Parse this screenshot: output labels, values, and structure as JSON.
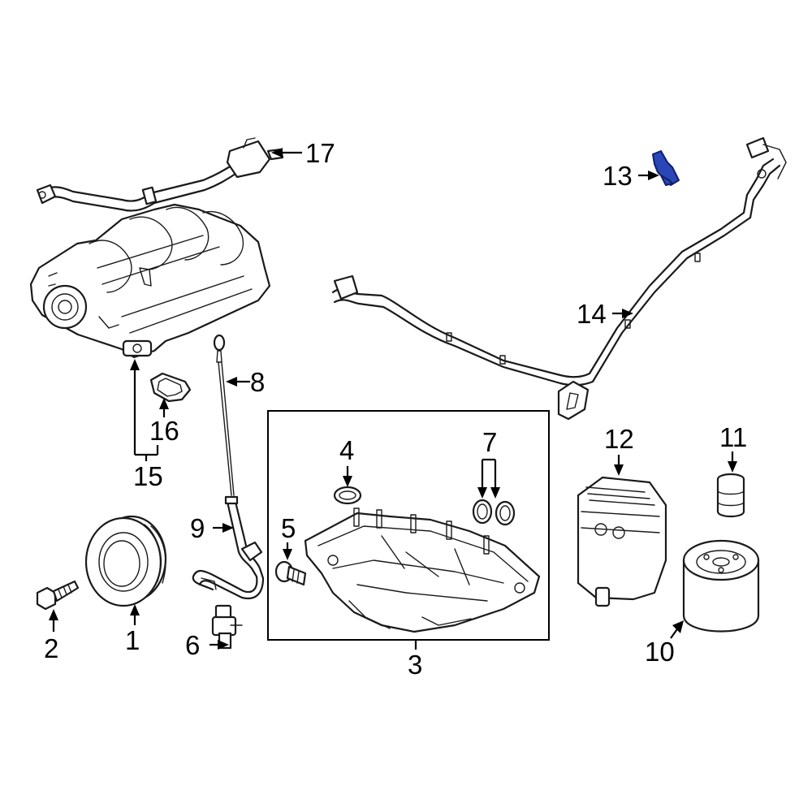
{
  "callouts": [
    {
      "id": "c1",
      "label": "1"
    },
    {
      "id": "c2",
      "label": "2"
    },
    {
      "id": "c3",
      "label": "3"
    },
    {
      "id": "c4",
      "label": "4"
    },
    {
      "id": "c5",
      "label": "5"
    },
    {
      "id": "c6",
      "label": "6"
    },
    {
      "id": "c7",
      "label": "7"
    },
    {
      "id": "c8",
      "label": "8"
    },
    {
      "id": "c9",
      "label": "9"
    },
    {
      "id": "c10",
      "label": "10"
    },
    {
      "id": "c11",
      "label": "11"
    },
    {
      "id": "c12",
      "label": "12"
    },
    {
      "id": "c13",
      "label": "13"
    },
    {
      "id": "c14",
      "label": "14"
    },
    {
      "id": "c15",
      "label": "15"
    },
    {
      "id": "c16",
      "label": "16"
    },
    {
      "id": "c17",
      "label": "17"
    }
  ],
  "colors": {
    "line": "#1a1a1a",
    "highlight_fill": "#2b47b5",
    "highlight_stroke": "#0f1f6e"
  },
  "highlighted_part": "13"
}
